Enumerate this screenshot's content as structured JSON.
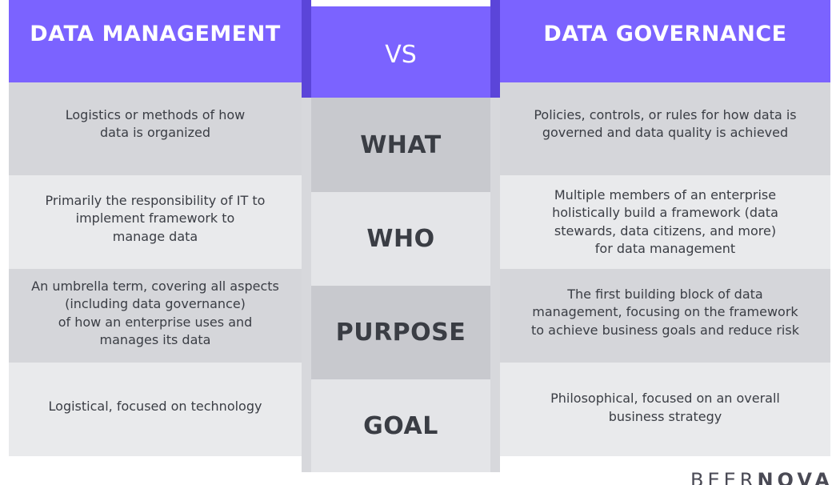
{
  "header": {
    "left_title": "DATA MANAGEMENT",
    "center_title": "VS",
    "right_title": "DATA GOVERNANCE"
  },
  "rows": [
    {
      "label": "WHAT",
      "left": "Logistics or methods of how\ndata is organized",
      "right": "Policies, controls, or rules for how data is\ngoverned and data quality is achieved"
    },
    {
      "label": "WHO",
      "left": "Primarily the responsibility of IT to\nimplement framework to\nmanage data",
      "right": "Multiple members of an enterprise\nholistically build a framework (data\nstewards, data citizens, and more)\nfor data management"
    },
    {
      "label": "PURPOSE",
      "left": "An umbrella term, covering all aspects\n(including data governance)\nof how an enterprise uses and\nmanages its data",
      "right": "The first building block of data\nmanagement, focusing on the framework\nto achieve business goals and reduce risk"
    },
    {
      "label": "GOAL",
      "left": "Logistical, focused on technology",
      "right": "Philosophical, focused on an overall\nbusiness strategy"
    }
  ],
  "logo": {
    "light": "BEER",
    "bold": "NOVA"
  },
  "colors": {
    "header_purple": "#7b63ff",
    "text": "#3a3d44"
  }
}
